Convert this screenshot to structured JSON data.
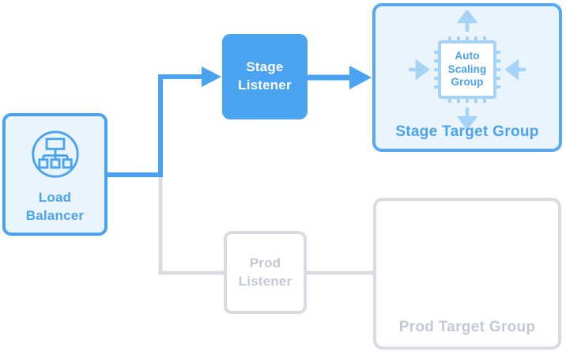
{
  "diagram": {
    "title": "Load balancer listeners and target groups diagram",
    "colors": {
      "accent_blue": "#4AA3F0",
      "light_blue_fill": "#EAF4FD",
      "target_group_border_blue": "#58A8F0",
      "icon_light_blue": "#A5D2F7",
      "inactive_gray_border": "#D8DBE2",
      "inactive_gray_text": "#C3C9D4",
      "stage_listener_text": "#FFFFFF"
    },
    "nodes": {
      "load_balancer": {
        "label": "Load Balancer",
        "icon": "load-balancer-icon",
        "state": "active"
      },
      "stage_listener": {
        "label": "Stage Listener",
        "state": "active"
      },
      "prod_listener": {
        "label": "Prod Listener",
        "state": "inactive"
      },
      "stage_target_group": {
        "label": "Stage Target Group",
        "icon": "auto-scaling-group-icon",
        "icon_label": "Auto Scaling Group",
        "state": "active"
      },
      "prod_target_group": {
        "label": "Prod Target Group",
        "state": "inactive"
      }
    },
    "edges": [
      {
        "from": "load_balancer",
        "to": "stage_listener",
        "style": "blue-arrow"
      },
      {
        "from": "load_balancer",
        "to": "prod_listener",
        "style": "gray-line"
      },
      {
        "from": "stage_listener",
        "to": "stage_target_group",
        "style": "blue-arrow"
      },
      {
        "from": "prod_listener",
        "to": "prod_target_group",
        "style": "gray-line"
      }
    ]
  }
}
